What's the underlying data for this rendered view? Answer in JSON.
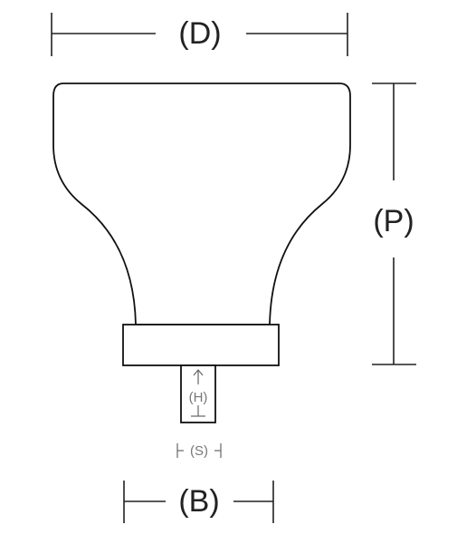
{
  "dimensions": {
    "diameter_label": "(D)",
    "projection_label": "(P)",
    "base_label": "(B)",
    "height_label": "(H)",
    "shank_label": "(S)"
  }
}
